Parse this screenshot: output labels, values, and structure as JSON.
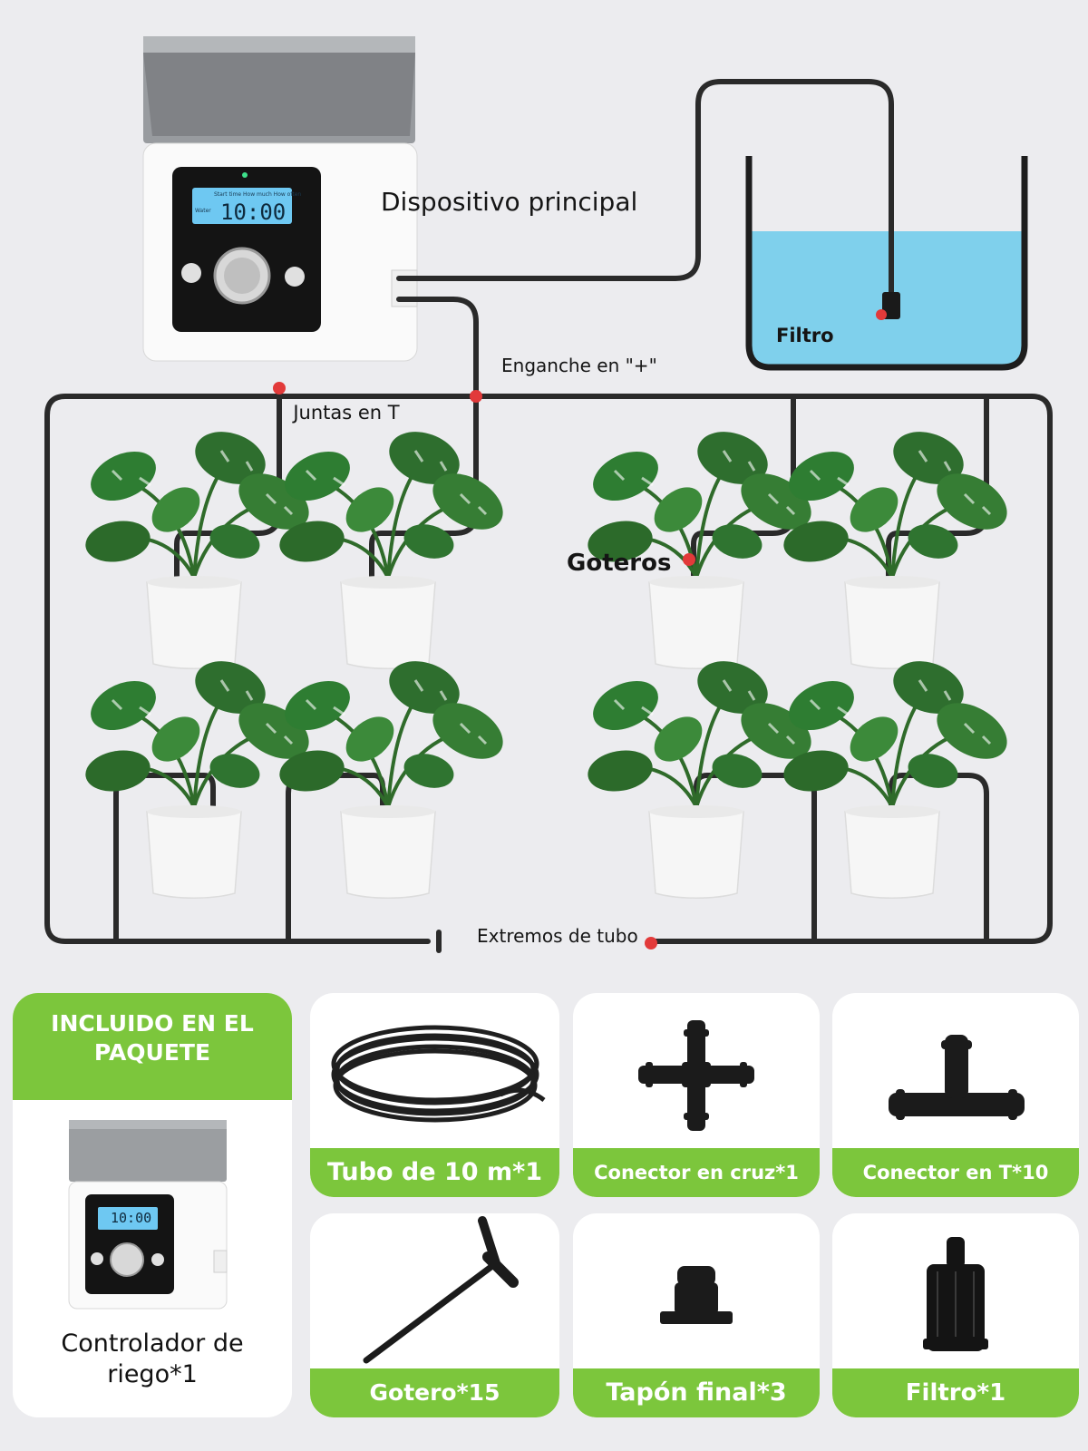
{
  "labels": {
    "main_device": "Dispositivo principal",
    "filter_tank": "Filtro",
    "cross_hook": "Enganche en \"+\"",
    "t_joints": "Juntas en T",
    "drippers": "Goteros",
    "tube_ends": "Extremos de tubo"
  },
  "device_screen": {
    "header": "Start time How much How often",
    "side": "Water",
    "time": "10:00"
  },
  "package": {
    "title": "INCLUIDO EN EL PAQUETE",
    "controller": "Controlador de riego*1"
  },
  "items": [
    {
      "label": "Tubo de 10 m*1",
      "icon": "tube-coil-icon"
    },
    {
      "label": "Conector en cruz*1",
      "icon": "cross-connector-icon"
    },
    {
      "label": "Conector en T*10",
      "icon": "t-connector-icon"
    },
    {
      "label": "Gotero*15",
      "icon": "dripper-stake-icon"
    },
    {
      "label": "Tapón final*3",
      "icon": "end-cap-icon"
    },
    {
      "label": "Filtro*1",
      "icon": "filter-icon"
    }
  ],
  "colors": {
    "accent_green": "#7cc63c",
    "water": "#7fd0ec",
    "lcd": "#6ec8f2",
    "tube": "#2a2a2a",
    "marker": "#e23a3a"
  }
}
